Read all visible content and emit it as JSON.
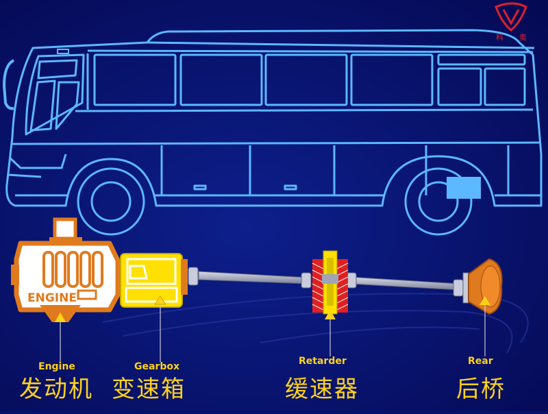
{
  "logo": {
    "text_left": "科",
    "text_right": "奥",
    "color": "#e0202a"
  },
  "engine": {
    "badge_text": "ENGINE",
    "label_en": "Engine",
    "label_cn": "发动机",
    "color": "#e07a1e"
  },
  "gearbox": {
    "label_en": "Gearbox",
    "label_cn": "变速箱",
    "color": "#ffe000"
  },
  "retarder": {
    "label_en": "Retarder",
    "label_cn": "缓速器",
    "color": "#e02020"
  },
  "rear_axle": {
    "label_en": "Rear",
    "label_cn": "后桥",
    "color": "#e07a1e"
  },
  "colors": {
    "background": "#07106a",
    "bus_outline": "#5cb8ff",
    "label": "#ffd21a",
    "shaft": "#a7adc4"
  }
}
